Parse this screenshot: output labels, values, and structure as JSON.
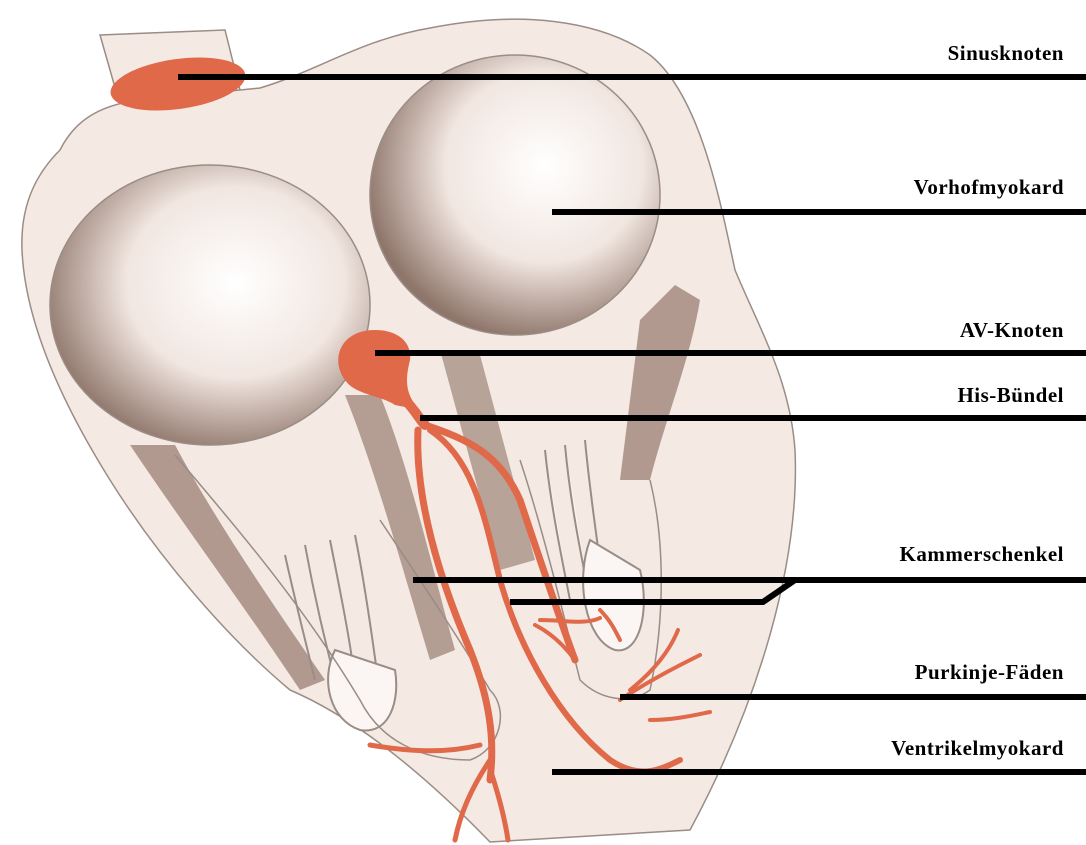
{
  "labels": {
    "sinusknoten": "Sinusknoten",
    "vorhofmyokard": "Vorhofmyokard",
    "av_knoten": "AV-Knoten",
    "his_buendel": "His-Bündel",
    "kammerschenkel": "Kammerschenkel",
    "purkinje": "Purkinje-Fäden",
    "ventrikelmyokard": "Ventrikelmyokard"
  },
  "colors": {
    "tissue": "#f4e9e3",
    "outline": "#9a8c86",
    "chamber_shadow": "#b49e94",
    "muscle_wall": "#a48b80",
    "conduction": "#e0694a",
    "leader_line": "#000000"
  }
}
